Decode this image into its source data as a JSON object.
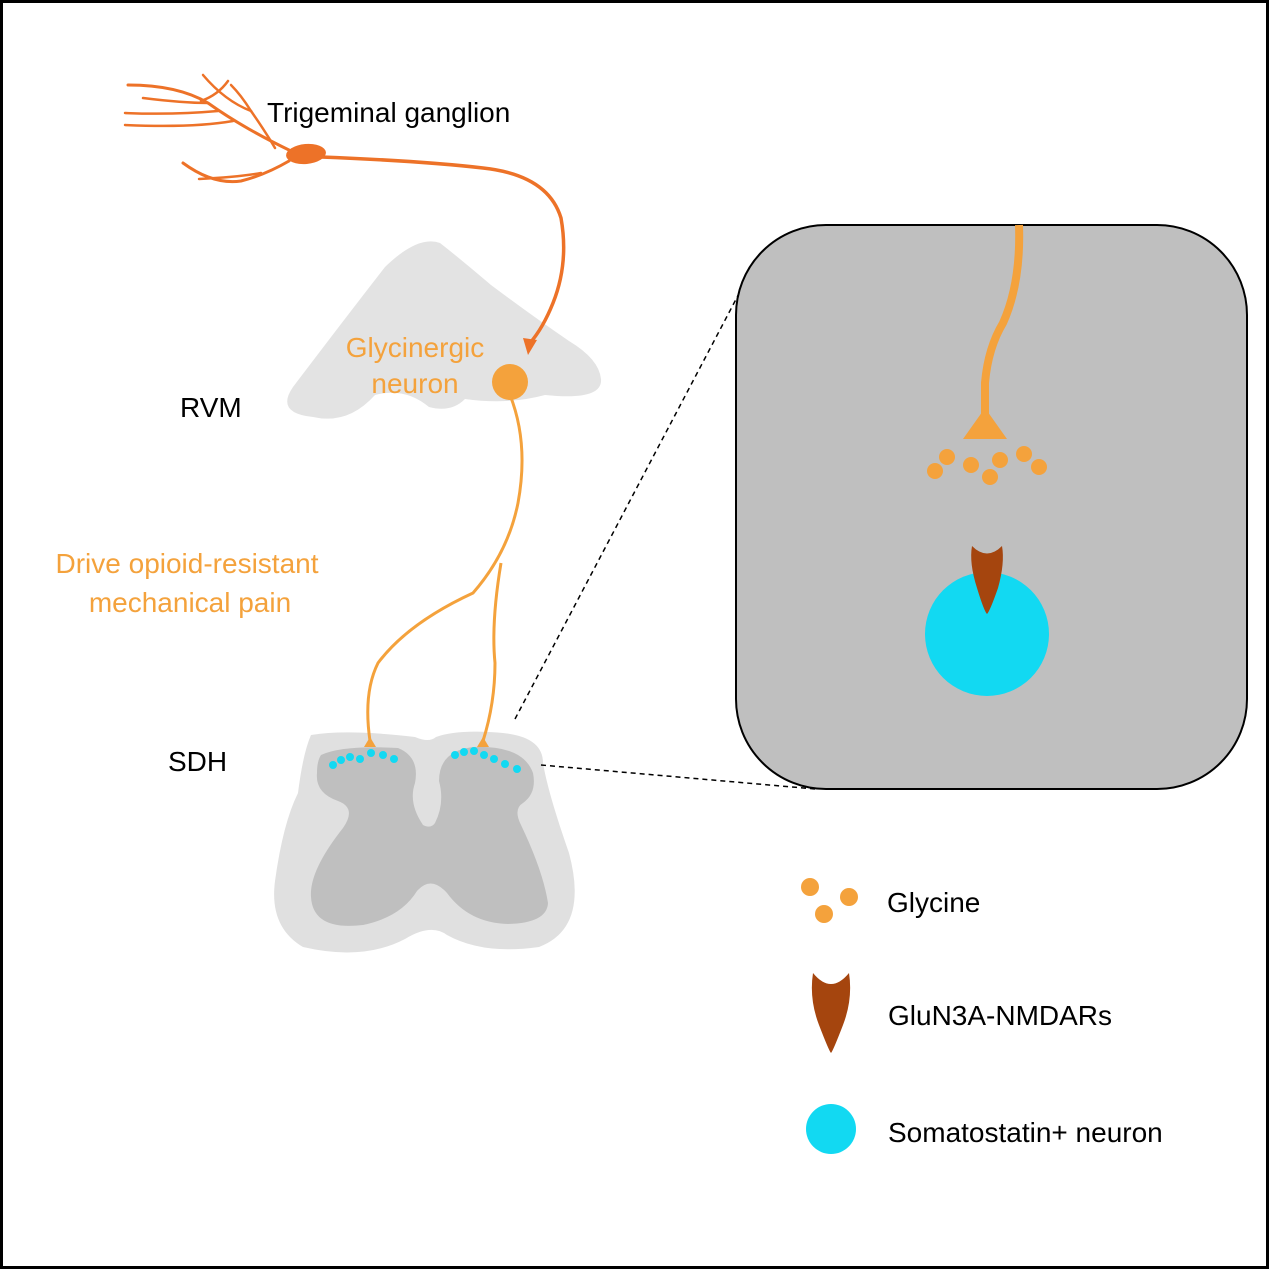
{
  "labels": {
    "trigeminal": "Trigeminal ganglion",
    "glycinergic_1": "Glycinergic",
    "glycinergic_2": "neuron",
    "rvm": "RVM",
    "drive_1": "Drive opioid-resistant",
    "drive_2": "mechanical pain",
    "sdh": "SDH"
  },
  "legend": {
    "glycine": "Glycine",
    "nmdar": "GluN3A-NMDARs",
    "somatostatin": "Somatostatin+ neuron"
  },
  "colors": {
    "trigeminal_neuron": "#ED7228",
    "glycinergic": "#F4A23C",
    "somatostatin": "#12D9F2",
    "receptor": "#A5450E",
    "rvm_region": "#E3E3E3",
    "sdh_white_matter": "#E0E0E0",
    "sdh_grey_matter": "#BFBFBF",
    "inset_background": "#BFBFBF"
  }
}
